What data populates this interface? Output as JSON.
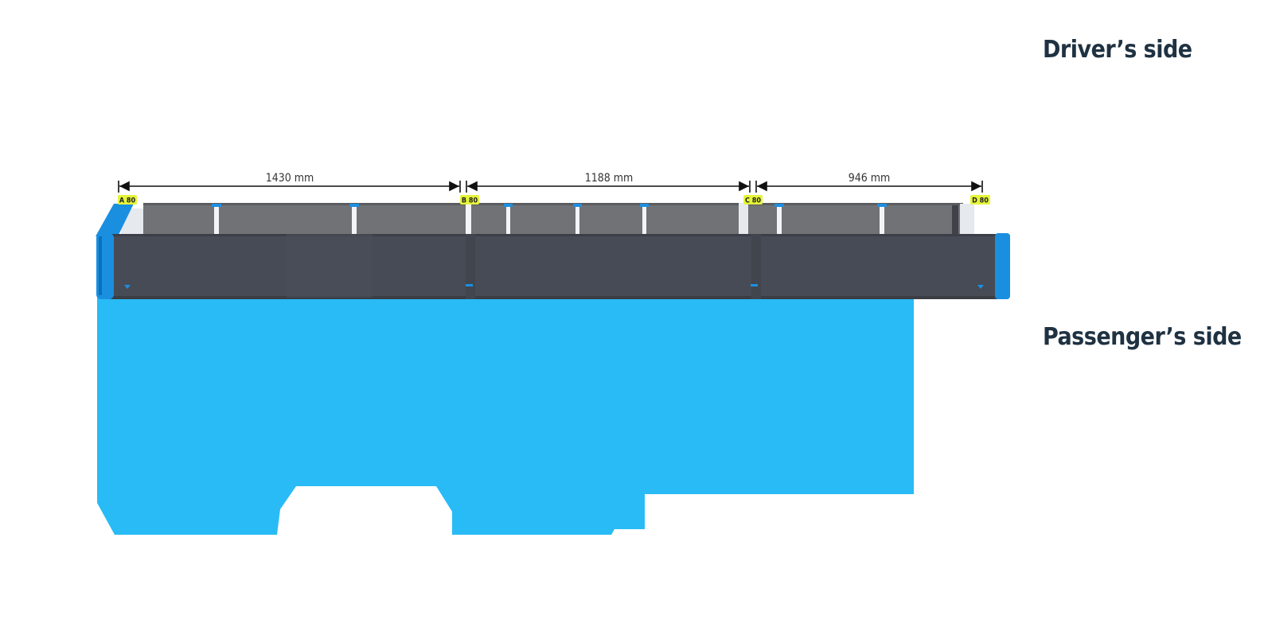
{
  "sides": {
    "driver": "Driver’s side",
    "passenger": "Passenger’s side"
  },
  "dimensions": [
    {
      "label": "1430 mm"
    },
    {
      "label": "1188 mm"
    },
    {
      "label": "946 mm"
    }
  ],
  "tags": [
    {
      "label": "A 80"
    },
    {
      "label": "B 80"
    },
    {
      "label": "C 80"
    },
    {
      "label": "D 80"
    }
  ],
  "colors": {
    "van_body": "#29bbf5",
    "rail_dark": "#474b55",
    "rail_grey": "#707275",
    "end_cap": "#1a8fe0",
    "tag_bg": "#e5f53a",
    "label_text": "#1f3242"
  }
}
